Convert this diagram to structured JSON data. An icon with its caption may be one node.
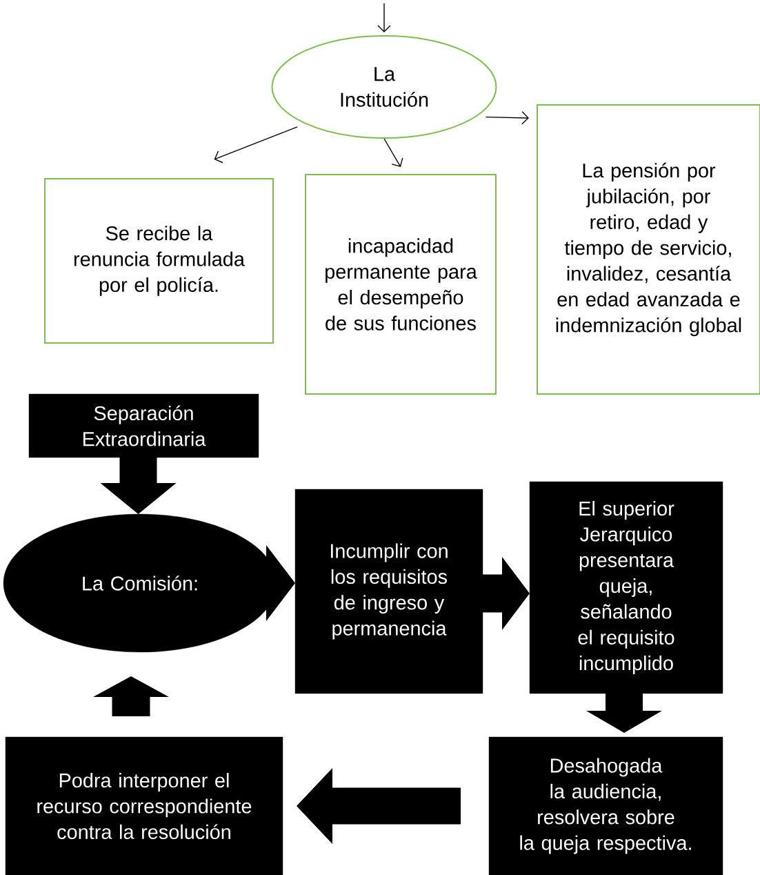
{
  "diagram": {
    "nodes": [
      {
        "text": [
          "La Institución"
        ]
      },
      {
        "text": [
          "Se recibe la renuncia formulada por el policía."
        ]
      },
      {
        "text": [
          "incapacidad permanente para el desempeño de sus funciones"
        ]
      },
      {
        "text": [
          "La pensión por jubilación, por retiro, edad y tiempo de servicio, invalidez, cesantía en edad avanzada e indemnización global"
        ]
      },
      {
        "text": [
          "Separación Extraordinaria"
        ]
      },
      {
        "text": [
          "La Comisión:"
        ]
      },
      {
        "text": [
          "Incumplir con los requisitos de ingreso y permanencia"
        ]
      },
      {
        "text": [
          "El superior Jerarquico presentara queja, señalando el requisito incumplido"
        ]
      },
      {
        "text": [
          "Desahogada la audiencia, resolvera sobre la queja respectiva."
        ]
      },
      {
        "text": [
          "Podra interponer el recurso correspondiente contra la resolución"
        ]
      }
    ],
    "edges": [
      {
        "from": null,
        "to": 0,
        "arrow": "to"
      },
      {
        "from": 0,
        "to": 1,
        "arrow": "to"
      },
      {
        "from": 0,
        "to": 2,
        "arrow": "to"
      },
      {
        "from": 0,
        "to": 3,
        "arrow": "to"
      },
      {
        "from": 4,
        "to": 5,
        "arrow": "to",
        "style": "thick"
      },
      {
        "from": 5,
        "to": 6,
        "arrow": "to",
        "style": "thick"
      },
      {
        "from": 6,
        "to": 7,
        "arrow": "to",
        "style": "thick"
      },
      {
        "from": 7,
        "to": 8,
        "arrow": "to",
        "style": "thick"
      },
      {
        "from": 8,
        "to": 9,
        "arrow": "to",
        "style": "thick"
      },
      {
        "from": 9,
        "to": 5,
        "arrow": "to",
        "style": "thick"
      }
    ]
  }
}
